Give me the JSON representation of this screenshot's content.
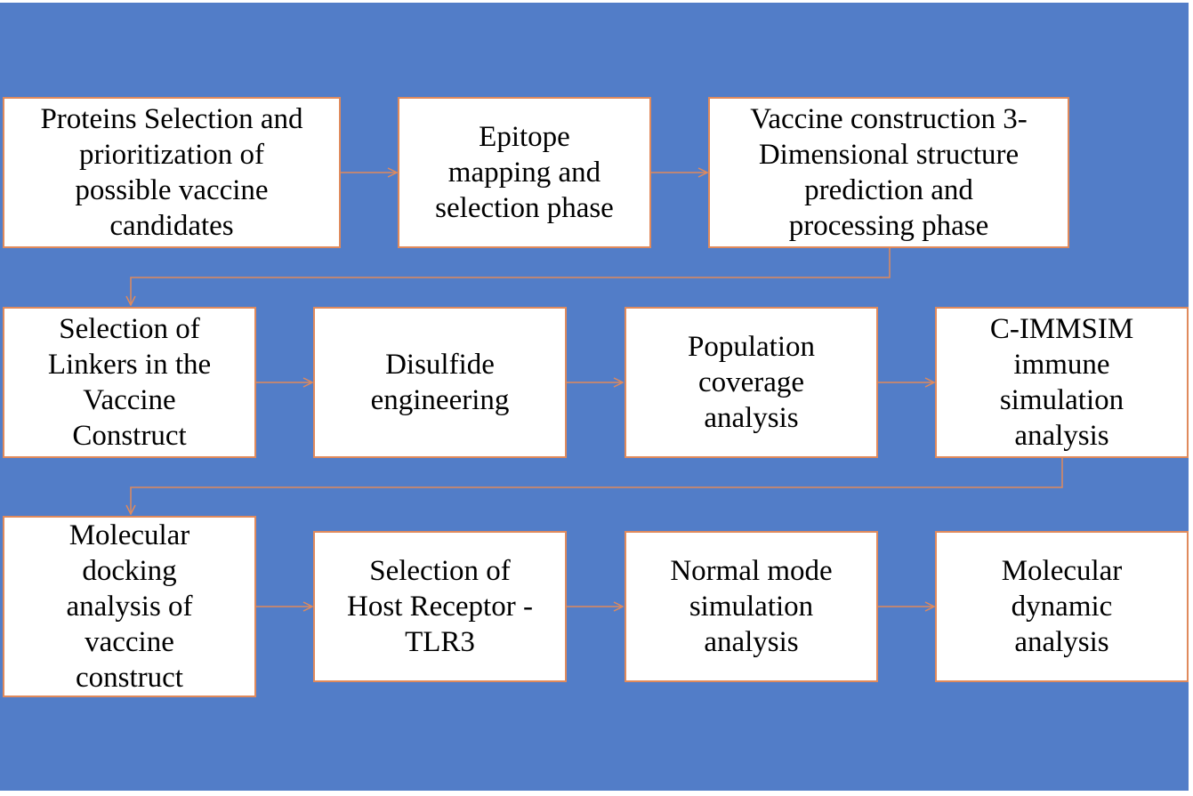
{
  "colors": {
    "background": "#527dc8",
    "box_fill": "#ffffff",
    "box_border": "#e08a5c",
    "connector": "#e08a5c",
    "text": "#000000"
  },
  "steps": [
    {
      "id": "s1",
      "label": "Proteins Selection and\nprioritization of\npossible vaccine\ncandidates"
    },
    {
      "id": "s2",
      "label": "Epitope\nmapping and\nselection phase"
    },
    {
      "id": "s3",
      "label": "Vaccine construction 3-\nDimensional structure\nprediction and\nprocessing phase"
    },
    {
      "id": "s4",
      "label": "Selection of\nLinkers in the\nVaccine\nConstruct"
    },
    {
      "id": "s5",
      "label": "Disulfide\nengineering"
    },
    {
      "id": "s6",
      "label": "Population\ncoverage\nanalysis"
    },
    {
      "id": "s7",
      "label": "C-IMMSIM\nimmune\nsimulation\nanalysis"
    },
    {
      "id": "s8",
      "label": "Molecular\ndocking\nanalysis of\nvaccine\nconstruct"
    },
    {
      "id": "s9",
      "label": "Selection of\nHost Receptor -\nTLR3"
    },
    {
      "id": "s10",
      "label": "Normal mode\nsimulation\nanalysis"
    },
    {
      "id": "s11",
      "label": "Molecular\ndynamic\nanalysis"
    }
  ],
  "flow": [
    [
      "s1",
      "s2"
    ],
    [
      "s2",
      "s3"
    ],
    [
      "s3",
      "s4"
    ],
    [
      "s4",
      "s5"
    ],
    [
      "s5",
      "s6"
    ],
    [
      "s6",
      "s7"
    ],
    [
      "s7",
      "s8"
    ],
    [
      "s8",
      "s9"
    ],
    [
      "s9",
      "s10"
    ],
    [
      "s10",
      "s11"
    ]
  ]
}
